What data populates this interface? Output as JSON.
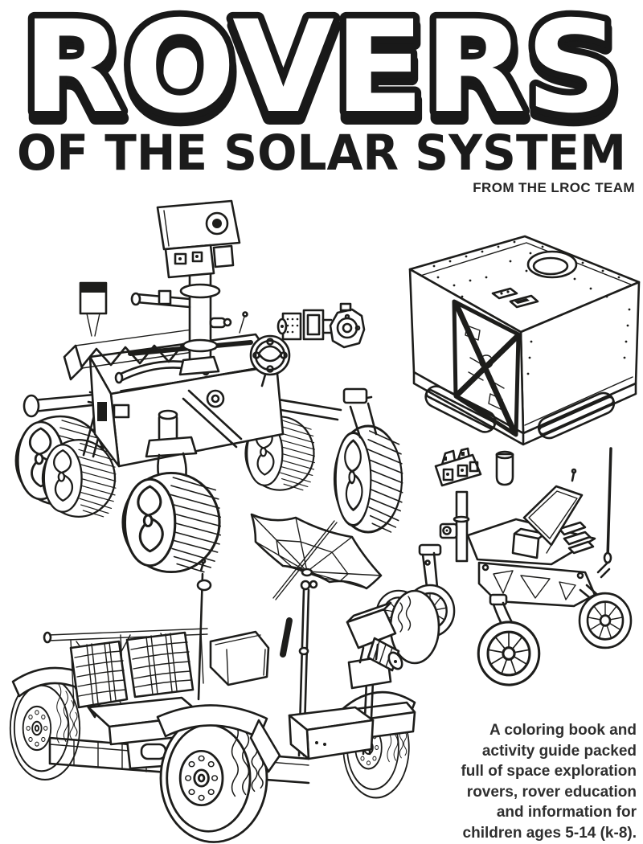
{
  "page": {
    "background": "#ffffff",
    "ink": "#1d1d1b"
  },
  "header": {
    "title": "ROVERS",
    "subtitle": "OF THE SOLAR SYSTEM",
    "byline": "FROM THE LROC TEAM"
  },
  "description": {
    "text": "A coloring book and\nactivity guide packed\nfull of space exploration\nrovers, rover education\nand information for\nchildren ages 5-14 (k-8)."
  },
  "illustrations": [
    {
      "name": "mars-science-rover-line-art",
      "position": "top-left"
    },
    {
      "name": "boxy-rover-with-carry-handles-line-art",
      "position": "top-right"
    },
    {
      "name": "four-wheel-prototype-rover-line-art",
      "position": "middle-right"
    },
    {
      "name": "apollo-lunar-roving-vehicle-line-art",
      "position": "bottom-left"
    }
  ]
}
